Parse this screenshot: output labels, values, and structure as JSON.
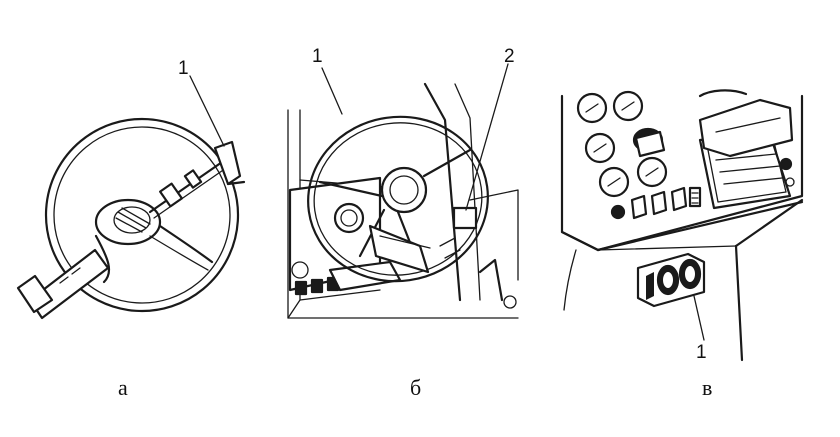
{
  "panels": [
    {
      "id": "a",
      "caption": "а",
      "callouts": [
        "1"
      ]
    },
    {
      "id": "b",
      "caption": "б",
      "callouts": [
        "1",
        "2"
      ]
    },
    {
      "id": "v",
      "caption": "в",
      "callouts": [
        "1"
      ]
    }
  ]
}
